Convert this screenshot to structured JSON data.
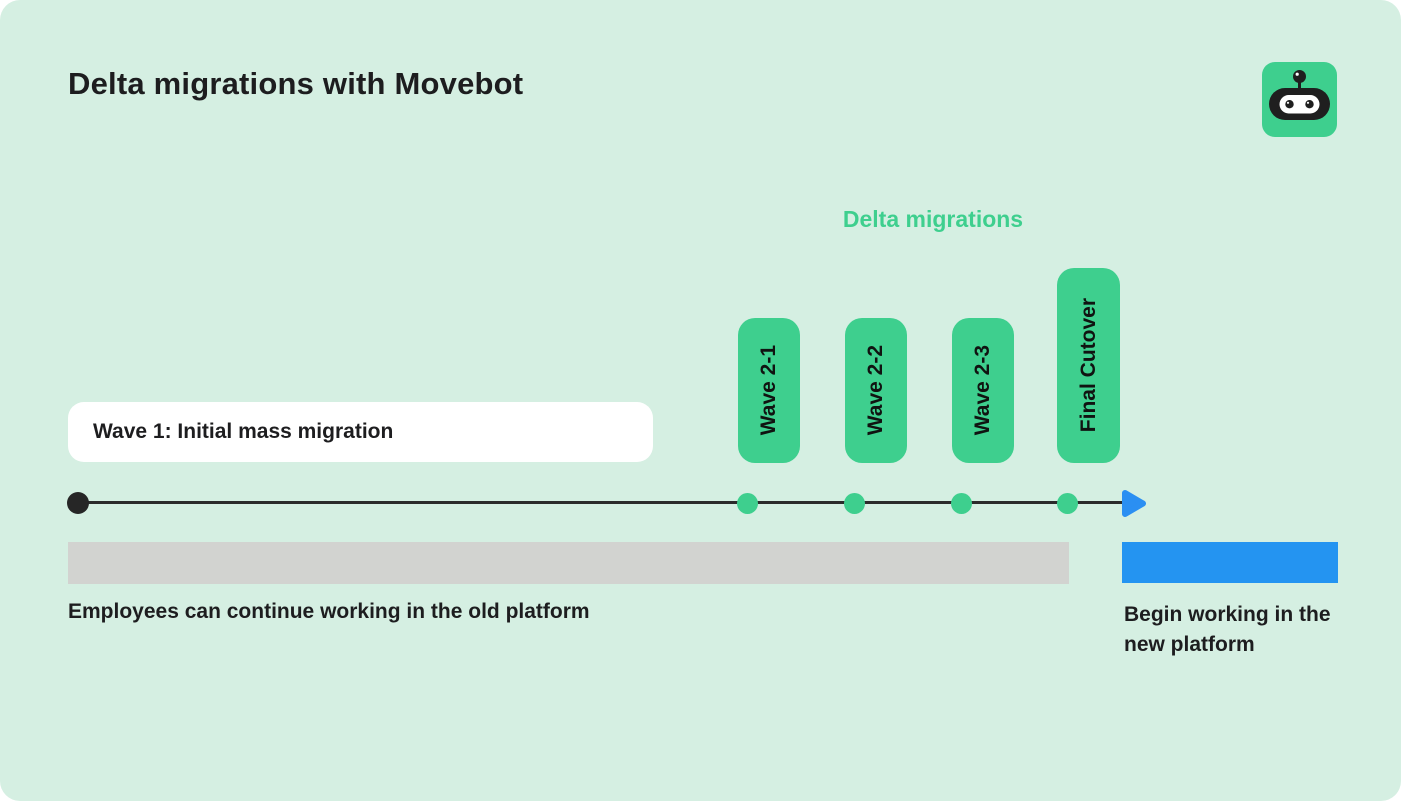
{
  "header": {
    "title": "Delta migrations with Movebot"
  },
  "timeline": {
    "section_label": "Delta migrations",
    "wave1_label": "Wave 1: Initial mass migration",
    "milestones": [
      {
        "label": "Wave 2-1"
      },
      {
        "label": "Wave 2-2"
      },
      {
        "label": "Wave 2-3"
      },
      {
        "label": "Final Cutover"
      }
    ],
    "old_platform_caption": "Employees can continue working in the old platform",
    "new_platform_caption": "Begin working in the new platform"
  },
  "icons": {
    "logo": "movebot-robot-icon",
    "arrow": "timeline-arrow-icon"
  },
  "colors": {
    "background_mint": "#d5efe2",
    "accent_green": "#3ecf8e",
    "accent_blue": "#2494f1",
    "bar_gray": "#d2d3d0",
    "timeline_black": "#2b2b2b",
    "text_dark": "#1d1d1f"
  }
}
